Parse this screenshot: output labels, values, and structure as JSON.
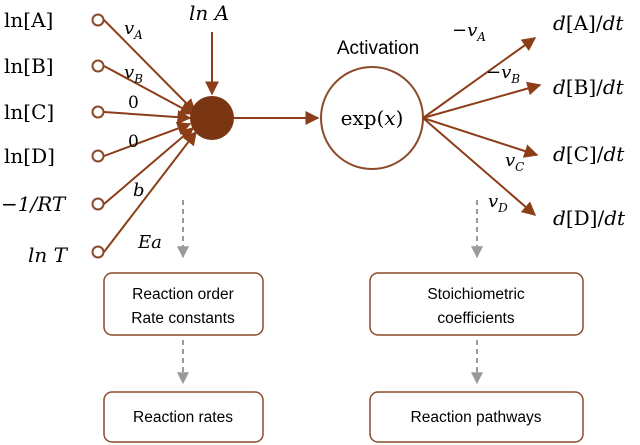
{
  "colors": {
    "node": "#7a3512",
    "edge": "#8b3e17",
    "box_border": "#8b4a2a",
    "dashed_arrow": "#9a9a9a"
  },
  "inputs": [
    {
      "label": "ln[A]",
      "weight": "v_A"
    },
    {
      "label": "ln[B]",
      "weight": "v_B"
    },
    {
      "label": "ln[C]",
      "weight": "0"
    },
    {
      "label": "ln[D]",
      "weight": "0"
    },
    {
      "label": "−1/RT",
      "weight": "b"
    },
    {
      "label": "ln T",
      "weight": "Ea"
    }
  ],
  "bias_label": "ln A",
  "activation": {
    "title": "Activation",
    "function": "exp(x)"
  },
  "outputs": [
    {
      "label": "d[A]/dt",
      "weight": "−v_A"
    },
    {
      "label": "d[B]/dt",
      "weight": "−v_B"
    },
    {
      "label": "d[C]/dt",
      "weight": "v_C"
    },
    {
      "label": "d[D]/dt",
      "weight": "v_D"
    }
  ],
  "boxes": {
    "left_top": [
      "Reaction order",
      "Rate constants"
    ],
    "left_bottom": "Reaction rates",
    "right_top": [
      "Stoichiometric",
      "coefficients"
    ],
    "right_bottom": "Reaction pathways"
  }
}
